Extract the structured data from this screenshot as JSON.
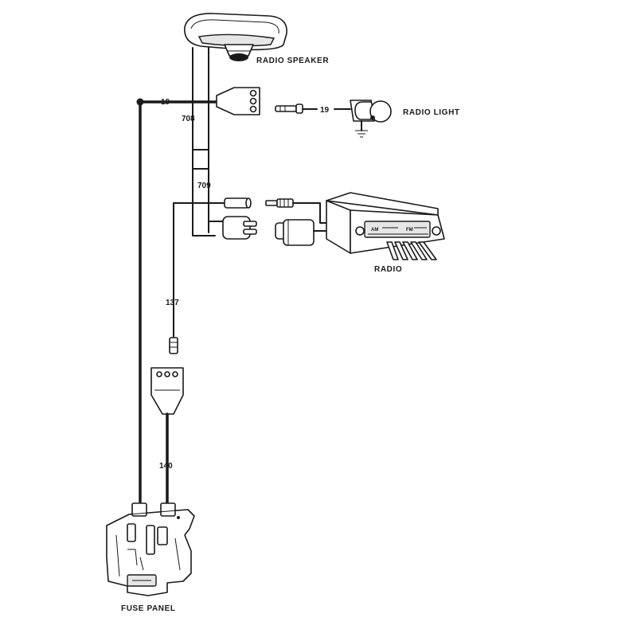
{
  "components": {
    "radio_speaker": "RADIO SPEAKER",
    "radio_light": "RADIO LIGHT",
    "radio": "RADIO",
    "fuse_panel": "FUSE PANEL"
  },
  "wires": {
    "w19_left": "19",
    "w19_light": "19",
    "w708": "708",
    "w709": "709",
    "w137": "137",
    "w140": "140"
  },
  "radio_faceplate": {
    "am": "AM",
    "fm": "FM"
  },
  "colors": {
    "ink": "#1a1a1a",
    "background": "#ffffff"
  }
}
